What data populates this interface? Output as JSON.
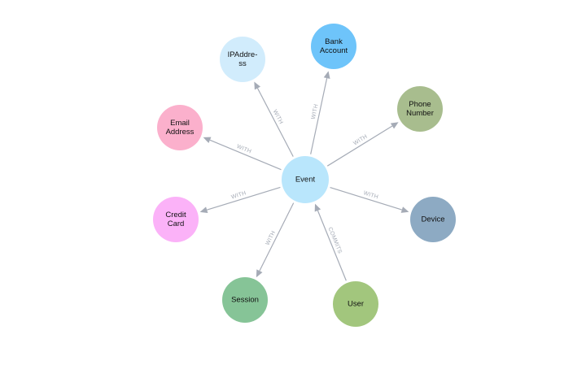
{
  "graph": {
    "center_node": "event",
    "nodes": [
      {
        "id": "event",
        "label_lines": [
          "Event"
        ],
        "color": "#b9e6fc"
      },
      {
        "id": "ipaddress",
        "label_lines": [
          "IPAddre-",
          "ss"
        ],
        "color": "#d1ecfc"
      },
      {
        "id": "bank-account",
        "label_lines": [
          "Bank",
          "Account"
        ],
        "color": "#6ec4fa"
      },
      {
        "id": "phone-number",
        "label_lines": [
          "Phone",
          "Number"
        ],
        "color": "#a8bd8e"
      },
      {
        "id": "device",
        "label_lines": [
          "Device"
        ],
        "color": "#8daac3"
      },
      {
        "id": "user",
        "label_lines": [
          "User"
        ],
        "color": "#a2c67d"
      },
      {
        "id": "session",
        "label_lines": [
          "Session"
        ],
        "color": "#86c497"
      },
      {
        "id": "credit-card",
        "label_lines": [
          "Credit",
          "Card"
        ],
        "color": "#fbb2f8"
      },
      {
        "id": "email-address",
        "label_lines": [
          "Email",
          "Address"
        ],
        "color": "#fbb0cc"
      }
    ],
    "edges": [
      {
        "from": "event",
        "to": "ipaddress",
        "label": "WITH"
      },
      {
        "from": "event",
        "to": "bank-account",
        "label": "WITH"
      },
      {
        "from": "event",
        "to": "phone-number",
        "label": "WITH"
      },
      {
        "from": "event",
        "to": "device",
        "label": "WITH"
      },
      {
        "from": "user",
        "to": "event",
        "label": "COMMITS"
      },
      {
        "from": "event",
        "to": "session",
        "label": "WITH"
      },
      {
        "from": "event",
        "to": "credit-card",
        "label": "WITH"
      },
      {
        "from": "event",
        "to": "email-address",
        "label": "WITH"
      }
    ],
    "edge_color": "#a5abb6"
  }
}
